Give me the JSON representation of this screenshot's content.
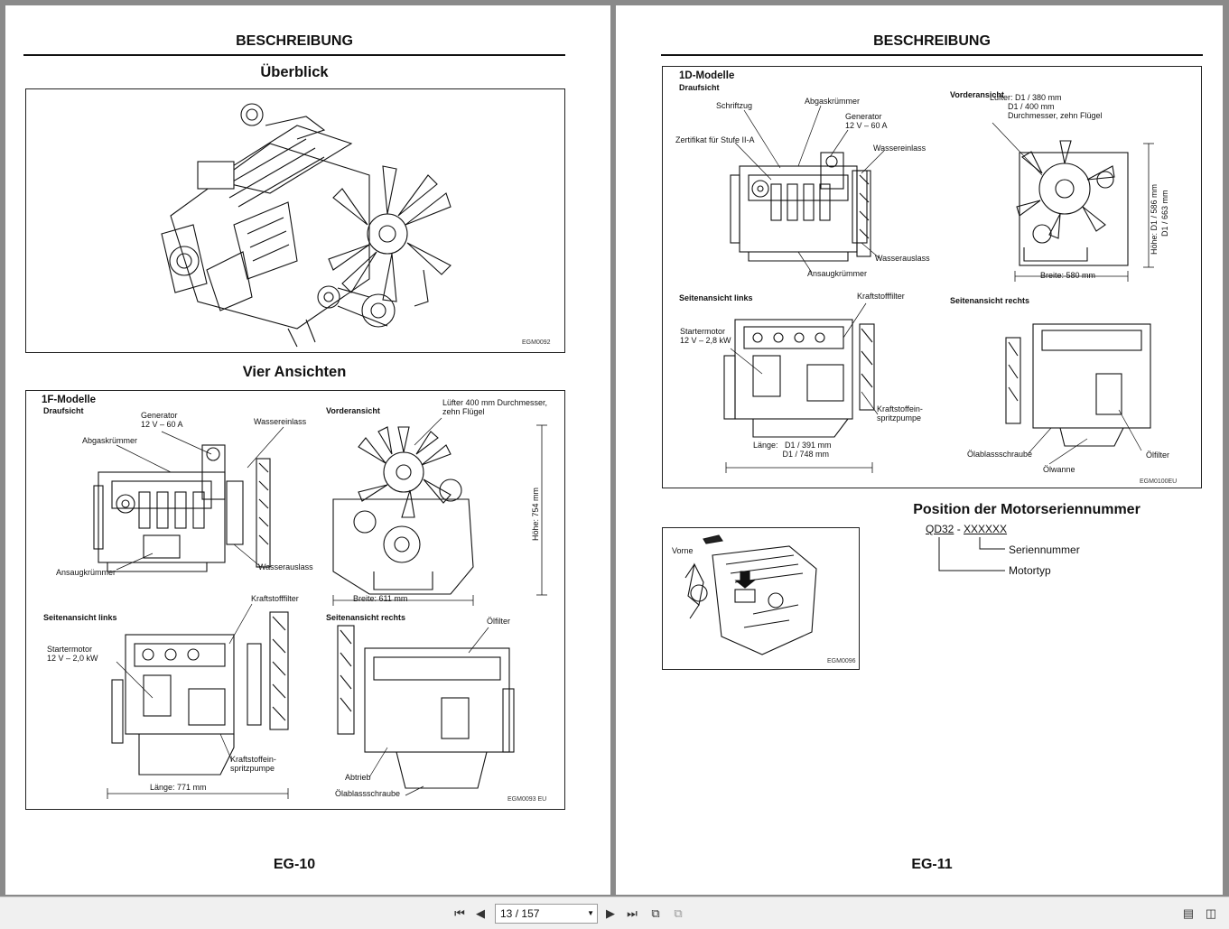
{
  "viewer": {
    "page_current": "13",
    "page_separator": "/",
    "page_total": "157",
    "icons": [
      "first-page-icon",
      "prev-page-icon",
      "next-page-icon",
      "last-page-icon",
      "continuous-view-icon",
      "two-page-view-icon",
      "single-page-view-icon",
      "facing-pages-view-icon"
    ]
  },
  "left": {
    "header": "BESCHREIBUNG",
    "overview_title": "Überblick",
    "overview_code": "EGM0092",
    "views_title": "Vier Ansichten",
    "views_code": "EGM0093 EU",
    "page_number": "EG-10",
    "model": "1F-Modelle",
    "top": {
      "title": "Draufsicht",
      "generator": "Generator\n12 V – 60 A",
      "water_inlet": "Wassereinlass",
      "exhaust_manifold": "Abgaskrümmer",
      "intake_manifold": "Ansaugkrümmer",
      "water_outlet": "Wasserauslass"
    },
    "front": {
      "title": "Vorderansicht",
      "fan": "Lüfter 400 mm Durchmesser,\nzehn Flügel",
      "height": "Höhe: 754 mm",
      "width": "Breite: 611 mm"
    },
    "left_side": {
      "title": "Seitenansicht links",
      "fuel_filter": "Kraftstofffilter",
      "starter": "Startermotor\n12 V – 2,0 kW",
      "pump": "Kraftstoffein-\nspritzpumpe",
      "length": "Länge: 771 mm"
    },
    "right_side": {
      "title": "Seitenansicht rechts",
      "oil_filter": "Ölfilter",
      "drive": "Abtrieb",
      "drain": "Ölablassschraube"
    }
  },
  "right": {
    "header": "BESCHREIBUNG",
    "model": "1D-Modelle",
    "views_code": "EGM0100EU",
    "page_number": "EG-11",
    "top": {
      "title": "Draufsicht",
      "lettering": "Schriftzug",
      "exhaust_manifold": "Abgaskrümmer",
      "generator": "Generator\n12 V – 60 A",
      "certificate": "Zertifikat für Stufe II-A",
      "water_inlet": "Wassereinlass",
      "water_outlet": "Wasserauslass",
      "intake_manifold": "Ansaugkrümmer"
    },
    "front": {
      "title": "Vorderansicht",
      "fan": "Lüfter: D1 / 380 mm\n        D1 / 400 mm\n        Durchmesser, zehn Flügel",
      "height": "Höhe: D1 / 586 mm\n        D1 / 663 mm",
      "width": "Breite: 580 mm"
    },
    "left_side": {
      "title": "Seitenansicht links",
      "fuel_filter": "Kraftstofffilter",
      "starter": "Startermotor\n12 V – 2,8 kW",
      "pump": "Kraftstoffein-\nspritzpumpe",
      "length": "Länge:   D1 / 391 mm\n             D1 / 748 mm"
    },
    "right_side": {
      "title": "Seitenansicht rechts",
      "drain": "Ölablassschraube",
      "oil_filter": "Ölfilter",
      "oil_pan": "Ölwanne"
    },
    "serial_title": "Position der Motorseriennummer",
    "serial_front": "Vorne",
    "serial_code": "EGM0096",
    "serial_format_type": "QD32",
    "serial_format_sep": " - ",
    "serial_format_number": "XXXXXX",
    "serial_number_label": "Seriennummer",
    "engine_type_label": "Motortyp"
  }
}
